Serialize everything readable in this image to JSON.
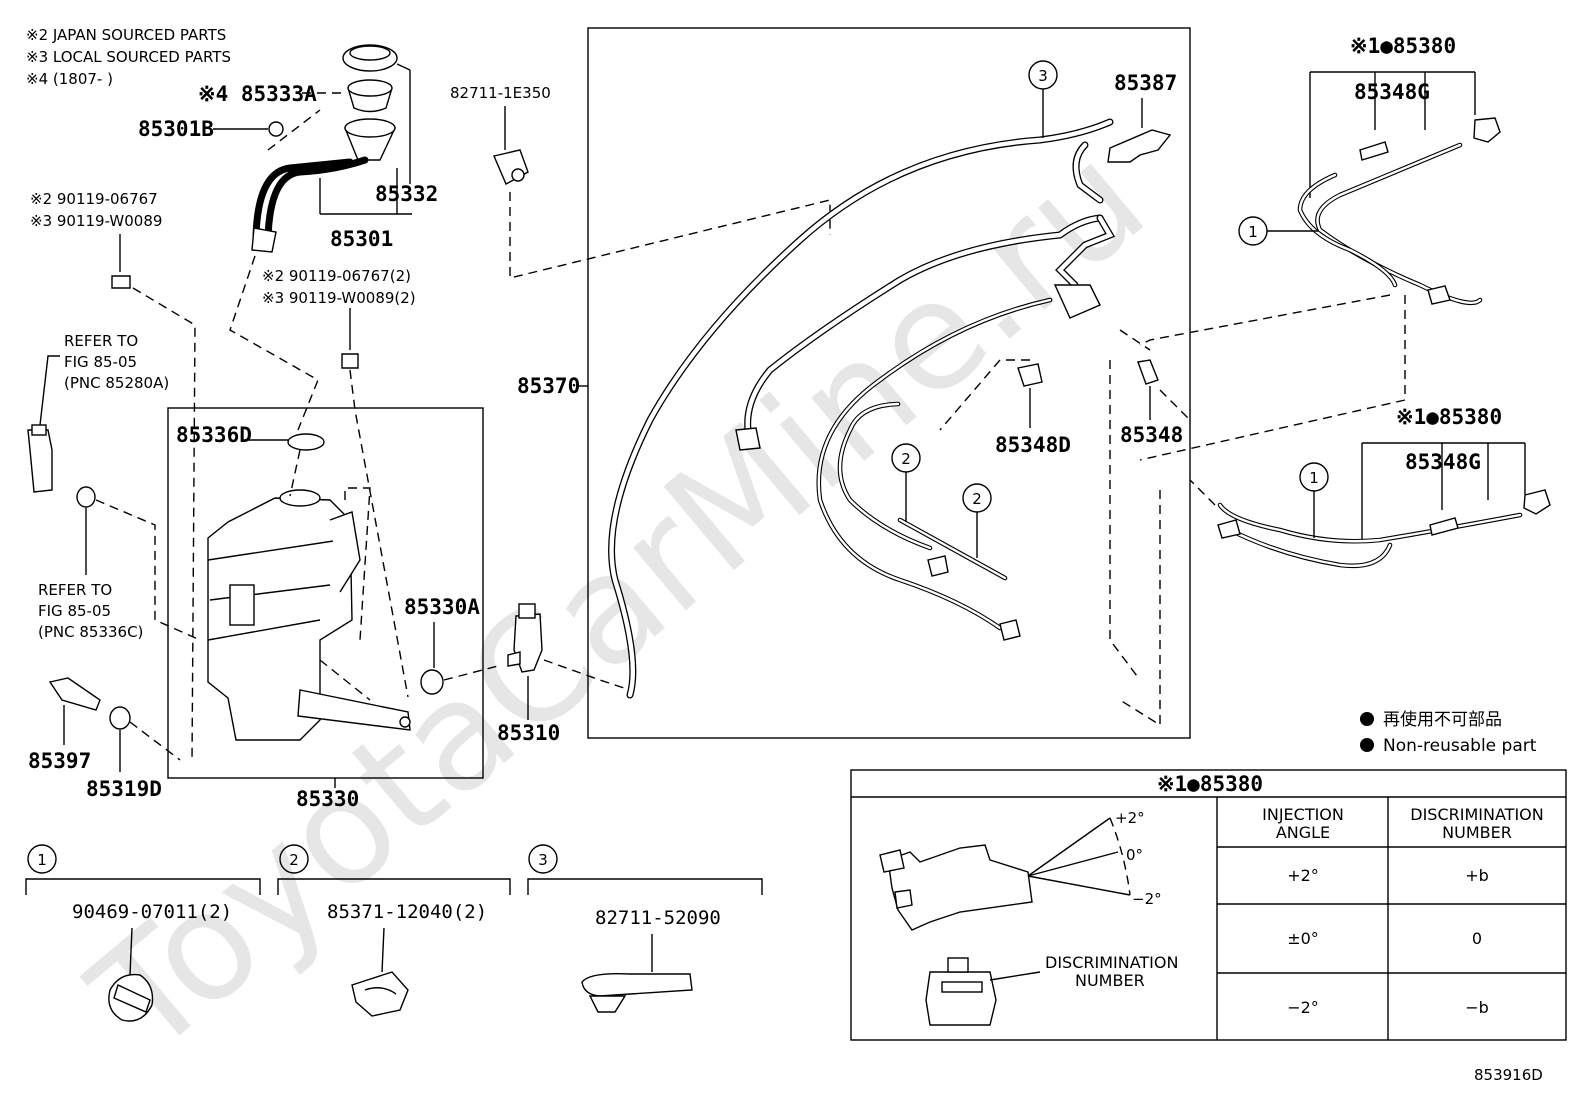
{
  "watermark": "ToyotaCarMine.ru",
  "notes": [
    "※2 JAPAN SOURCED PARTS",
    "※3 LOCAL SOURCED PARTS",
    "※4 (1807-     )"
  ],
  "parts": {
    "p85333A": "※4 85333A",
    "p85301B": "85301B",
    "p85332": "85332",
    "p85301": "85301",
    "screw1a": "※2 90119-06767",
    "screw1b": "※3 90119-W0089",
    "screw2a": "※2 90119-06767(2)",
    "screw2b": "※3 90119-W0089(2)",
    "p82711_1E350": "82711-1E350",
    "p85370": "85370",
    "p85387": "85387",
    "p85348D": "85348D",
    "p85348": "85348",
    "p85336D": "85336D",
    "p85330A": "85330A",
    "p85310": "85310",
    "p85330": "85330",
    "p85397": "85397",
    "p85319D": "85319D",
    "top85380": "※1●85380",
    "top85348G": "85348G",
    "mid85380": "※1●85380",
    "mid85348G": "85348G"
  },
  "refer1": [
    "REFER TO",
    "FIG 85-05",
    "(PNC 85280A)"
  ],
  "refer2": [
    "REFER TO",
    "FIG 85-05",
    "(PNC 85336C)"
  ],
  "callouts": {
    "c1": "1",
    "c2": "2",
    "c3": "3"
  },
  "legend": {
    "jp": "再使用不可部品",
    "en": "Non-reusable part"
  },
  "bottom_groups": [
    {
      "num": "1",
      "part": "90469-07011(2)"
    },
    {
      "num": "2",
      "part": "85371-12040(2)"
    },
    {
      "num": "3",
      "part": "82711-52090"
    }
  ],
  "table": {
    "title": "※1●85380",
    "col1": [
      "INJECTION",
      "ANGLE"
    ],
    "col2": [
      "DISCRIMINATION",
      "NUMBER"
    ],
    "rows": [
      {
        "angle": "+2°",
        "disc": "+b"
      },
      {
        "angle": "±0°",
        "disc": "0"
      },
      {
        "angle": "−2°",
        "disc": "−b"
      }
    ],
    "angle_plus": "+2°",
    "angle_zero": "0°",
    "angle_minus": "−2°",
    "disc_label": [
      "DISCRIMINATION",
      "NUMBER"
    ]
  },
  "figure_id": "853916D"
}
